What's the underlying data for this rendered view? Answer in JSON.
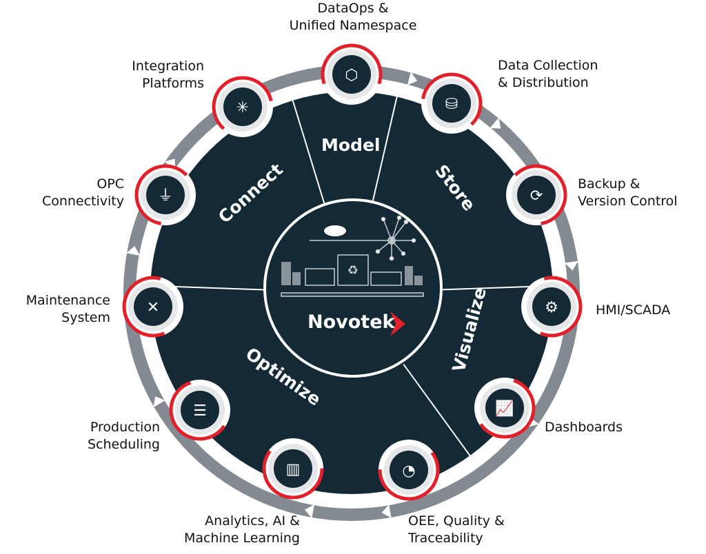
{
  "center": {
    "brand": "Novotek",
    "icon": "smart-factory-illustration"
  },
  "segments": [
    {
      "label": "Model"
    },
    {
      "label": "Store"
    },
    {
      "label": "Visualize"
    },
    {
      "label": "Optimize"
    },
    {
      "label": "Connect"
    }
  ],
  "nodes": [
    {
      "label": "DataOps &\nUnified Namespace",
      "icon": "database-cube-icon"
    },
    {
      "label": "Data Collection\n& Distribution",
      "icon": "database-cloud-icon"
    },
    {
      "label": "Backup &\nVersion Control",
      "icon": "sync-icon"
    },
    {
      "label": "HMI/SCADA",
      "icon": "hmi-screen-gear-icon"
    },
    {
      "label": "Dashboards",
      "icon": "monitor-chart-icon"
    },
    {
      "label": "OEE, Quality &\nTraceability",
      "icon": "gauge-icon"
    },
    {
      "label": "Analytics, AI &\nMachine Learning",
      "icon": "bar-chart-icon"
    },
    {
      "label": "Production\nScheduling",
      "icon": "gantt-icon"
    },
    {
      "label": "Maintenance\nSystem",
      "icon": "wrench-screwdriver-icon"
    },
    {
      "label": "OPC\nConnectivity",
      "icon": "plug-icon"
    },
    {
      "label": "Integration\nPlatforms",
      "icon": "network-icon"
    }
  ],
  "colors": {
    "dark": "#132a36",
    "red": "#e3202a",
    "ring": "#838a92"
  }
}
